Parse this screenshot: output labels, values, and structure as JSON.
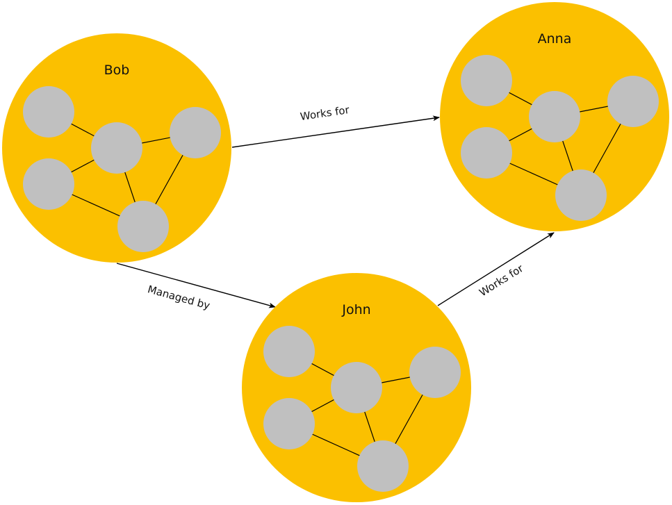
{
  "groups": [
    {
      "id": "bob",
      "label": "Bob"
    },
    {
      "id": "anna",
      "label": "Anna"
    },
    {
      "id": "john",
      "label": "John"
    }
  ],
  "relations": [
    {
      "id": "bob-anna",
      "from": "bob",
      "to": "anna",
      "label": "Works for"
    },
    {
      "id": "bob-john",
      "from": "bob",
      "to": "john",
      "label": "Managed by"
    },
    {
      "id": "john-anna",
      "from": "john",
      "to": "anna",
      "label": "Works for"
    }
  ],
  "colors": {
    "group_fill": "#FBC000",
    "node_fill": "#C0C0C0",
    "line": "#000000"
  }
}
